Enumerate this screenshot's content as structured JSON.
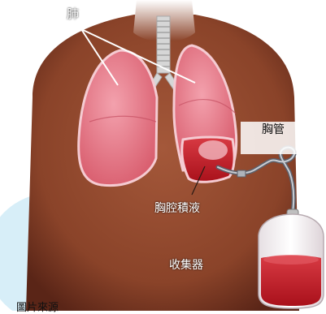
{
  "labels": {
    "lung": "肺",
    "chest_tube": "胸管",
    "pleural_effusion": "胸腔積液",
    "collection_bag": "收集器",
    "source": "圖片來源"
  },
  "colors": {
    "skin": "#9a4f33",
    "skin_dark": "#5a2517",
    "lung": "#e9828f",
    "lung_outline": "#f4c9d0",
    "fluid": "#c7252f",
    "bag": "#f3eef0",
    "tube": "#6a6e78",
    "trachea": "#c9c9c9",
    "watermark": "#cfe9f5"
  }
}
